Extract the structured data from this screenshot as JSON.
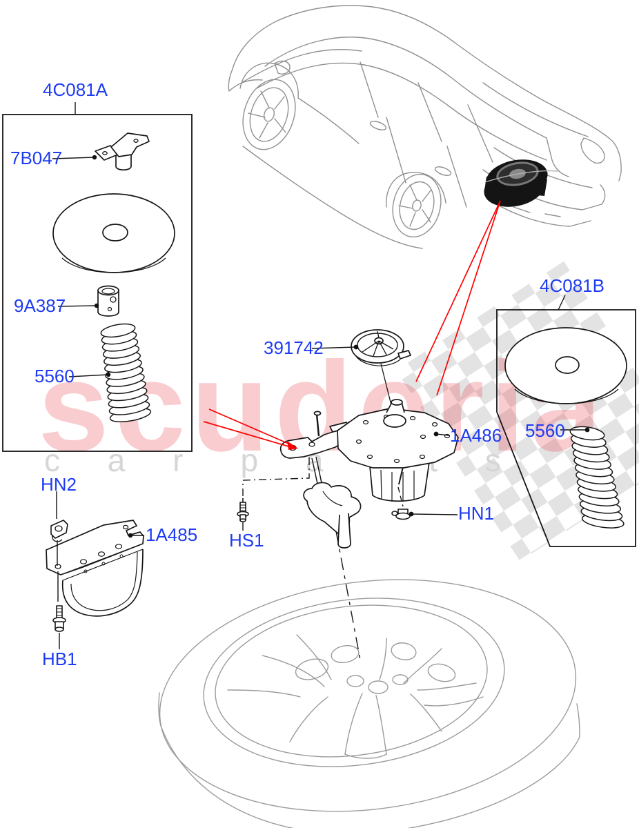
{
  "diagram": {
    "description": "Spare wheel carrier exploded parts diagram with vehicle location view",
    "labels": {
      "kit_a": "4C081A",
      "bracket_top": "7B047",
      "retainer": "9A387",
      "spring_left": "5560",
      "nut_hn2": "HN2",
      "bracket_lower": "1A485",
      "bolt_hb1": "HB1",
      "screw_hs1": "HS1",
      "cap": "391742",
      "winch": "1A486",
      "nut_hn1": "HN1",
      "kit_b": "4C081B",
      "spring_right": "5560"
    },
    "watermark": {
      "word": "scuderia",
      "sub_left": "c a r",
      "sub_right": "p a r t s"
    },
    "colors": {
      "label_blue": "#1d3bf2",
      "leader_red": "#fe0000",
      "line_dark": "#161616",
      "vehicle_gray": "#909090",
      "wheel_gray": "#9b9b9b",
      "checker_gray": "#dedede",
      "watermark_red": "#e84650",
      "watermark_gray": "#d6d6d6"
    }
  }
}
